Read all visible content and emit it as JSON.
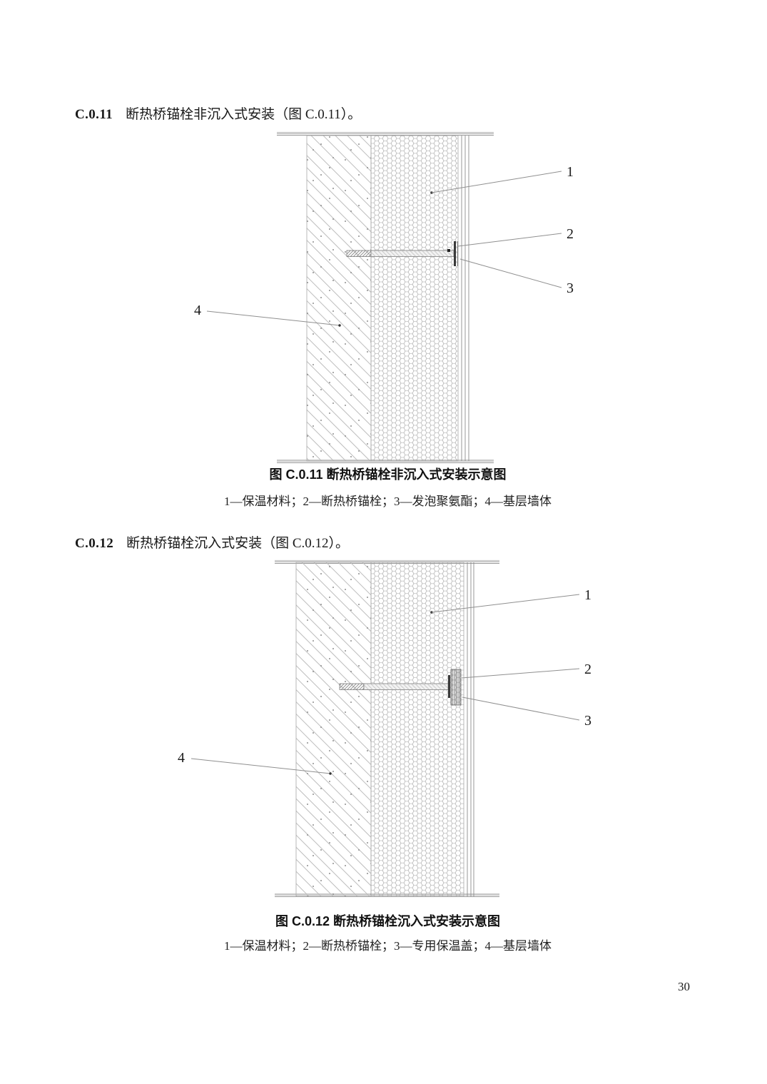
{
  "page": {
    "number": "30"
  },
  "sections": [
    {
      "clause": "C.0.11",
      "heading": "断热桥锚栓非沉入式安装（图 C.0.11）。",
      "figure": {
        "caption": "图 C.0.11  断热桥锚栓非沉入式安装示意图",
        "legend": "1—保温材料；2—断热桥锚栓；3—发泡聚氨酯；4—基层墙体",
        "callouts": [
          "1",
          "2",
          "3",
          "4"
        ]
      }
    },
    {
      "clause": "C.0.12",
      "heading": "断热桥锚栓沉入式安装（图 C.0.12）。",
      "figure": {
        "caption": "图 C.0.12  断热桥锚栓沉入式安装示意图",
        "legend": "1—保温材料；2—断热桥锚栓；3—专用保温盖；4—基层墙体",
        "callouts": [
          "1",
          "2",
          "3",
          "4"
        ]
      }
    }
  ]
}
